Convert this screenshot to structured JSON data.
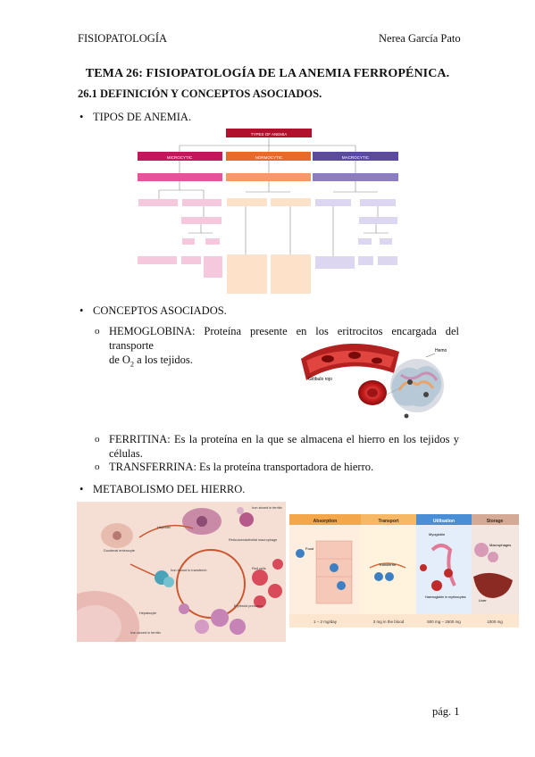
{
  "header": {
    "left": "FISIOPATOLOGÍA",
    "right": "Nerea García Pato"
  },
  "title": "TEMA 26: FISIOPATOLOGÍA DE LA ANEMIA FERROPÉNICA.",
  "section": "26.1 DEFINICIÓN Y CONCEPTOS ASOCIADOS.",
  "bullets": {
    "tipos": "TIPOS DE ANEMIA.",
    "conceptos": "CONCEPTOS ASOCIADOS.",
    "metabolismo": "METABOLISMO DEL HIERRO."
  },
  "concepts": {
    "hemoglobina_a": "HEMOGLOBINA: Proteína presente en los eritrocitos encargada del transporte",
    "hemoglobina_b1": "de O",
    "hemoglobina_sub": "2",
    "hemoglobina_b2": " a los tejidos.",
    "ferritina_a": "FERRITINA: Es la proteína en la que se almacena el hierro en los tejidos y",
    "ferritina_b": "células.",
    "transferrina": "TRANSFERRINA: Es la proteína transportadora de hierro."
  },
  "anemia_chart": {
    "top": "TYPES OF ANEMIA",
    "groups": [
      "MICROCYTIC",
      "NORMOCYTIC",
      "MACROCYTIC"
    ],
    "colors": {
      "micro": "#c2185b",
      "normo": "#e8692c",
      "macro": "#5b4aa0",
      "top": "#b0122e"
    }
  },
  "heme_fig": {
    "label_globulo": "Glóbulo rojo",
    "label_hemo": "Hemo"
  },
  "iron_fig_left": {
    "labels": [
      "Hepcidin",
      "Duodenal enterocyte",
      "Reticuloendothelial macrophage",
      "Iron bound to transferrin",
      "Red cells",
      "Erythroid precursor",
      "Hepatocyte",
      "Iron stored in ferritin",
      "Iron stored in ferritin"
    ]
  },
  "iron_fig_right": {
    "columns": [
      "Absorption",
      "Transport",
      "Utilisation",
      "Storage"
    ],
    "amounts": [
      "1 – 2 mg/day",
      "3 mg in the blood",
      "500 mg – 2500 mg",
      "1000 mg"
    ],
    "labels": [
      "Food",
      "Transferrin",
      "Myoglobin",
      "Haemoglobin in erythrocytes",
      "Macrophages",
      "Liver"
    ]
  },
  "page_number": "pág. 1"
}
